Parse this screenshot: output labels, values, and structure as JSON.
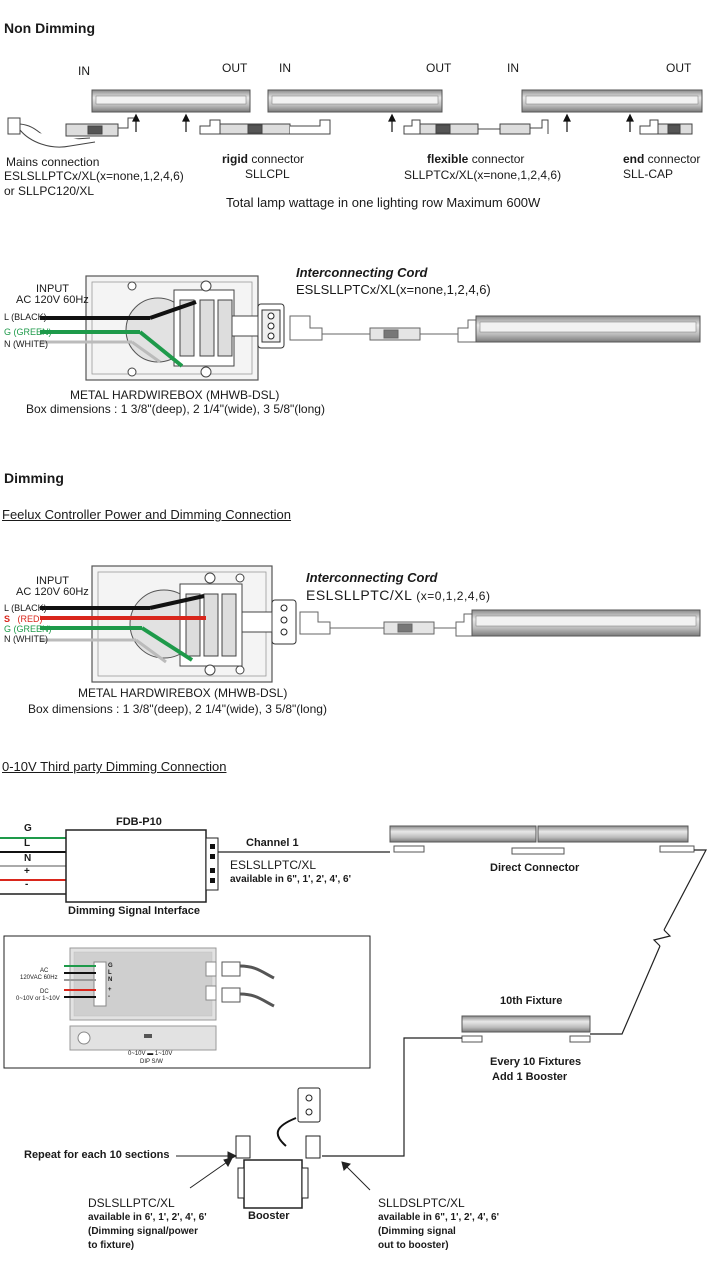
{
  "sections": {
    "non_dimming": "Non Dimming",
    "dimming": "Dimming",
    "feelux": "Feelux Controller Power and Dimming Connection",
    "third_party": "0-10V Third party Dimming Connection"
  },
  "top": {
    "in1": "IN",
    "out1": "OUT",
    "in2": "IN",
    "out2": "OUT",
    "in3": "IN",
    "out3": "OUT",
    "mains_title": "Mains connection",
    "mains_part": "ESLSLLPTCx/XL(x=none,1,2,4,6)",
    "mains_or": "or SLLPC120/XL",
    "rigid_b": "rigid",
    "rigid_t": " connector",
    "rigid_part": "SLLCPL",
    "flex_b": "flexible",
    "flex_t": " connector",
    "flex_part": "SLLPTCx/XL(x=none,1,2,4,6)",
    "end_b": "end",
    "end_t": " connector",
    "end_part": "SLL-CAP",
    "wattage": "Total lamp wattage in one lighting row Maximum 600W"
  },
  "box1": {
    "input": "INPUT",
    "ac": "AC 120V 60Hz",
    "l": "L  (BLACK)",
    "g": "G (GREEN)",
    "n": "N (WHITE)",
    "cord_title": "Interconnecting Cord",
    "cord_part": "ESLSLLPTCx/XL(x=none,1,2,4,6)",
    "box_name": "METAL HARDWIREBOX (MHWB-DSL)",
    "dims": "Box dimensions : 1 3/8\"(deep), 2 1/4\"(wide), 3 5/8\"(long)"
  },
  "box2": {
    "input": "INPUT",
    "ac": "AC 120V 60Hz",
    "l": "L  (BLACK)",
    "s": "S",
    "s_red": "(RED)",
    "g": "G (GREEN)",
    "n": "N (WHITE)",
    "cord_title": "Interconnecting Cord",
    "cord_part": "ESLSLLPTC/XL",
    "cord_x": "(x=0,1,2,4,6)",
    "box_name": "METAL HARDWIREBOX (MHWB-DSL)",
    "dims": "Box dimensions : 1 3/8\"(deep), 2 1/4\"(wide), 3 5/8\"(long)"
  },
  "dim": {
    "g": "G",
    "l": "L",
    "n": "N",
    "plus": "+",
    "minus": "-",
    "fdb": "FDB-P10",
    "channel": "Channel 1",
    "esl_part": "ESLSLLPTC/XL",
    "esl_avail": "available in 6\", 1', 2', 4', 6'",
    "dsi": "Dimming Signal Interface",
    "direct": "Direct Connector",
    "tenth": "10th Fixture",
    "every": "Every 10 Fixtures",
    "add_booster": "Add 1 Booster",
    "repeat": "Repeat for each 10 sections",
    "booster": "Booster",
    "dsl_part": "DSLSLLPTC/XL",
    "dsl_avail": "available in 6', 1', 2', 4', 6'",
    "dsl_note1": "(Dimming signal/power",
    "dsl_note2": "to fixture)",
    "slld_part": "SLLDSLPTC/XL",
    "slld_avail": "available in 6\", 1', 2', 4', 6'",
    "slld_note1": "(Dimming signal",
    "slld_note2": "out to booster)",
    "inset_ac": "AC",
    "inset_ac2": "120VAC 60Hz",
    "inset_dc": "DC",
    "inset_dc2": "0~10V or 1~10V",
    "inset_sw1": "0~10V",
    "inset_sw2": "1~10V",
    "inset_dip": "DIP S/W",
    "inset_g": "G",
    "inset_l": "L",
    "inset_n": "N",
    "inset_plus": "+",
    "inset_minus": "-"
  },
  "colors": {
    "black_wire": "#111111",
    "green_wire": "#1e9a4a",
    "red_wire": "#d9261c",
    "fixture": "#b9b9b9"
  }
}
